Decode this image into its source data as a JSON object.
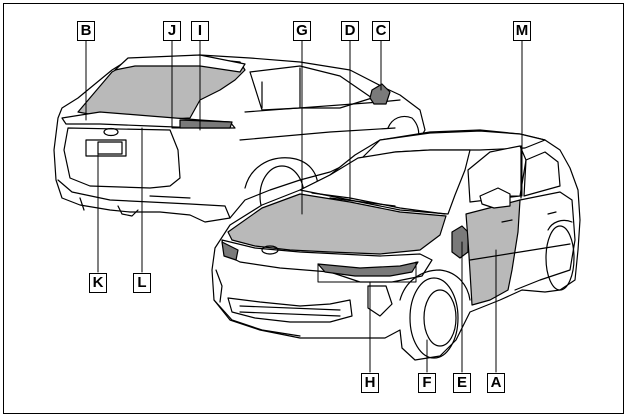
{
  "callouts": {
    "A": "A",
    "B": "B",
    "C": "C",
    "D": "D",
    "E": "E",
    "F": "F",
    "G": "G",
    "H": "H",
    "I": "I",
    "J": "J",
    "K": "K",
    "L": "L",
    "M": "M"
  },
  "colors": {
    "outline": "#000000",
    "shaded_panel": "#b9b9b9",
    "dark_panel": "#7a7a7a",
    "background": "#ffffff"
  }
}
